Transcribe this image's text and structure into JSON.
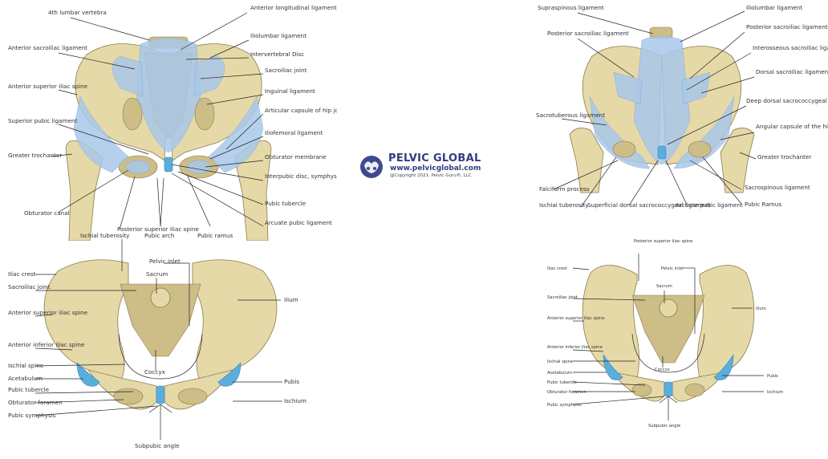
{
  "brand": {
    "name": "PELVIC GLOBAL",
    "url": "www.pelvicglobal.com",
    "copyright": "@Copyright 2021. Pelvic Guru®, LLC"
  },
  "colors": {
    "bone": "#e6d9a8",
    "ligament": "#a9c8ea",
    "cartilage": "#5aaedb",
    "brand": "#2f3d7f"
  },
  "anterior_ligaments": {
    "labels": {
      "l4": "4th lumbar vertebra",
      "ant_long": "Anterior longitudinal ligament",
      "ant_sacroiliac": "Anterior sacroiliac ligament",
      "iliolumbar": "Iliolumbar ligament",
      "intervertebral": "Intervertebral Disc",
      "asis": "Anterior superior iliac spine",
      "sacroiliac_joint": "Sacroiliac joint",
      "inguinal": "Inguinal ligament",
      "sup_pubic": "Superior pubic ligament",
      "articular_capsule": "Articular capsule of hip joint",
      "iliofemoral": "Iliofemoral ligament",
      "greater_trochanter": "Greater trochanter",
      "obturator_membrane": "Obturator membrane",
      "interpubic": "Interpubic disc, symphysis pubis",
      "obturator_canal": "Obturator canal",
      "pubic_tubercle": "Pubic tubercle",
      "ischial_tuberosity": "Ischial tuberosity",
      "pubic_arch": "Pubic arch",
      "pubic_ramus": "Pubic ramus",
      "arcuate": "Arcuate pubic ligament"
    }
  },
  "posterior_ligaments": {
    "labels": {
      "supraspinous": "Supraspinous ligament",
      "iliolumbar": "Iliolumbar ligament",
      "post_sacroiliac_l": "Posterior sacroiliac ligament",
      "post_sacroiliac_r": "Posterior sacroiliac ligament",
      "interosseous": "Interosseous sacroiliac ligament",
      "dorsal_sacroiliac": "Dorsal sacroiliac ligament",
      "sacrotuberous": "Sacrotuberous ligament",
      "deep_dorsal": "Deep dorsal sacrococcygeal ligament",
      "angular_capsule": "Angular capsule of the hip joint",
      "greater_trochanter": "Greater trochanter",
      "falciform": "Falciform process",
      "ischial_tuberosity": "Ischial tuberosity",
      "superficial_dorsal": "Superficial dorsal sacrococcygeal ligament",
      "arcuate": "Arcuate pubic ligament",
      "sacrospinous": "Sacrospinous ligament",
      "pubic_ramus": "Pubic Ramus"
    }
  },
  "female_pelvis": {
    "labels": {
      "psis": "Posterior superior iliac spine",
      "pelvic_inlet": "Pelvic inlet",
      "iliac_crest": "Iliac crest",
      "sacrum": "Sacrum",
      "sacroiliac": "Sacroiliac joint",
      "ilium": "Ilium",
      "asis": "Anterior superior iliac spine",
      "aiis": "Anterior inferior iliac spine",
      "ischial_spine": "Ischial spine",
      "coccyx": "Coccyx",
      "acetabulum": "Acetabulum",
      "pubis": "Pubis",
      "pubic_tubercle": "Pubic tubercle",
      "ischium": "Ischium",
      "obturator_foramen": "Obturator foramen",
      "pubic_symphysis": "Pubic symphysis",
      "subpubic_angle": "Subpubic angle"
    }
  },
  "male_pelvis": {
    "labels": {
      "psis": "Posterior superior iliac spine",
      "iliac_crest": "Iliac crest",
      "pelvic_inlet": "Pelvic inlet",
      "sacrum": "Sacrum",
      "sacroiliac": "Sacroiliac joint",
      "ilium": "Ilium",
      "asis": "Anterior superior iliac spine",
      "aiis": "Anterior inferior iliac spine",
      "ischial_spine": "Ischial spine",
      "coccyx": "Coccyx",
      "acetabulum": "Acetabulum",
      "pubis": "Pubis",
      "pubic_tubercle": "Pubic tubercle",
      "obturator_foramen": "Obturator foramen",
      "ischium": "Ischium",
      "pubic_symphysis": "Pubic symphysis",
      "subpubic_angle": "Subpubic angle"
    }
  }
}
